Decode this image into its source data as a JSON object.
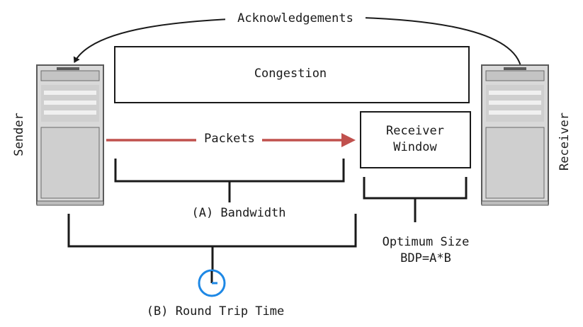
{
  "diagram": {
    "acknowledgements": "Acknowledgements",
    "congestion": "Congestion",
    "packets": "Packets",
    "receiver_window": {
      "line1": "Receiver",
      "line2": "Window"
    },
    "sender": "Sender",
    "receiver": "Receiver",
    "bandwidth": "(A) Bandwidth",
    "optimum": {
      "line1": "Optimum Size",
      "line2": "BDP=A*B"
    },
    "round_trip_time": "(B) Round Trip Time"
  },
  "colors": {
    "packet_arrow": "#c0504d",
    "clock": "#1e88e5",
    "line": "#1a1a1a",
    "server_body": "#d9d9d9",
    "server_edge": "#5a5a5a"
  },
  "icons": {
    "sender": "server-icon",
    "receiver": "server-icon",
    "clock": "clock-icon"
  }
}
